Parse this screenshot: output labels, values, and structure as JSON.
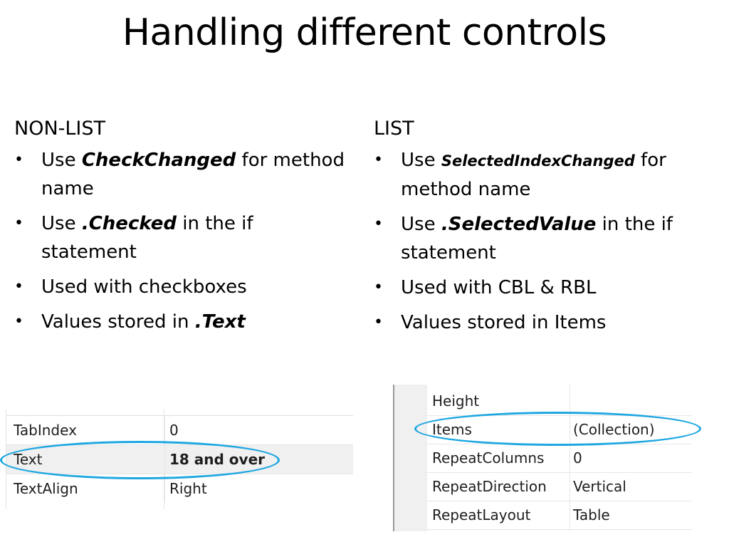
{
  "title": "Handling different controls",
  "left_column": {
    "heading": "NON-LIST",
    "bullets": [
      {
        "pre": "Use ",
        "em": "CheckChanged",
        "post": " for method name"
      },
      {
        "pre": "Use ",
        "em": ".Checked",
        "post": " in the if statement"
      },
      {
        "pre": "Used with checkboxes",
        "em": "",
        "post": ""
      },
      {
        "pre": "Values stored in ",
        "em": ".Text",
        "post": ""
      }
    ]
  },
  "right_column": {
    "heading": "LIST",
    "bullets": [
      {
        "pre": "Use ",
        "em": "SelectedIndexChanged",
        "post": " for method name"
      },
      {
        "pre": "Use ",
        "em": ".SelectedValue",
        "post": " in the if statement"
      },
      {
        "pre": "Used with CBL & RBL",
        "em": "",
        "post": ""
      },
      {
        "pre": "Values stored in Items",
        "em": "",
        "post": ""
      }
    ]
  },
  "bullet_char": "•",
  "property_grid_left": {
    "rows": [
      {
        "name": "TabIndex",
        "value": "0"
      },
      {
        "name": "Text",
        "value": "18 and over"
      },
      {
        "name": "TextAlign",
        "value": "Right"
      }
    ]
  },
  "property_grid_right": {
    "rows": [
      {
        "name": "Height",
        "value": ""
      },
      {
        "name": "Items",
        "value": "(Collection)"
      },
      {
        "name": "RepeatColumns",
        "value": "0"
      },
      {
        "name": "RepeatDirection",
        "value": "Vertical"
      },
      {
        "name": "RepeatLayout",
        "value": "Table"
      }
    ]
  },
  "colors": {
    "highlight_ellipse": "#1ea7e1",
    "grid_line": "#e6e6e6",
    "selected_row": "#f0f0f0"
  }
}
